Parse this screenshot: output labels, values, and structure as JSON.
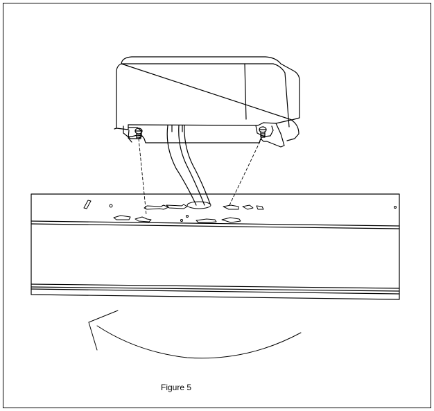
{
  "figure": {
    "caption": "Figure 5",
    "line_color": "#000000",
    "background_color": "#ffffff",
    "components": [
      "driver-box",
      "mounting-screw-left",
      "mounting-screw-right",
      "cable",
      "fixture-channel",
      "keyhole-slots",
      "rotation-arrow"
    ]
  }
}
